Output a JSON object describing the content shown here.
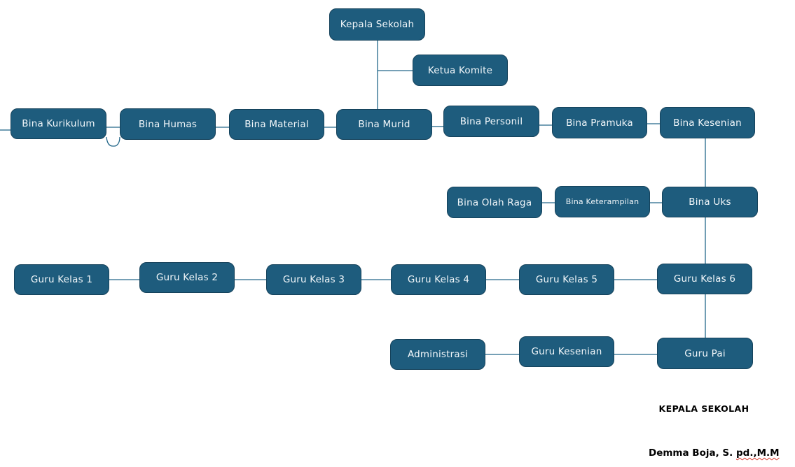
{
  "diagram": {
    "type": "org-chart",
    "footer": {
      "role_title": "KEPALA SEKOLAH",
      "signature_prefix": "Demma Boja, S. ",
      "signature_flagged": "pd.,M.M"
    }
  },
  "nodes": {
    "kepala_sekolah": {
      "label": "Kepala Sekolah"
    },
    "ketua_komite": {
      "label": "Ketua Komite"
    },
    "bina_kurikulum": {
      "label": "Bina Kurikulum"
    },
    "bina_humas": {
      "label": "Bina Humas"
    },
    "bina_material": {
      "label": "Bina Material"
    },
    "bina_murid": {
      "label": "Bina Murid"
    },
    "bina_personil": {
      "label": "Bina Personil"
    },
    "bina_pramuka": {
      "label": "Bina Pramuka"
    },
    "bina_kesenian": {
      "label": "Bina Kesenian"
    },
    "bina_olah_raga": {
      "label": "Bina Olah Raga"
    },
    "bina_keterampilan": {
      "label": "Bina Keterampilan"
    },
    "bina_uks": {
      "label": "Bina Uks"
    },
    "guru_kelas_1": {
      "label": "Guru Kelas 1"
    },
    "guru_kelas_2": {
      "label": "Guru Kelas 2"
    },
    "guru_kelas_3": {
      "label": "Guru Kelas 3"
    },
    "guru_kelas_4": {
      "label": "Guru Kelas 4"
    },
    "guru_kelas_5": {
      "label": "Guru Kelas 5"
    },
    "guru_kelas_6": {
      "label": "Guru Kelas 6"
    },
    "administrasi": {
      "label": "Administrasi"
    },
    "guru_kesenian": {
      "label": "Guru Kesenian"
    },
    "guru_pai": {
      "label": "Guru Pai"
    }
  },
  "edges": [
    [
      "kepala_sekolah",
      "bina_murid"
    ],
    [
      "kepala_sekolah",
      "ketua_komite"
    ],
    [
      "bina_kurikulum",
      "bina_humas"
    ],
    [
      "bina_humas",
      "bina_material"
    ],
    [
      "bina_material",
      "bina_murid"
    ],
    [
      "bina_murid",
      "bina_personil"
    ],
    [
      "bina_personil",
      "bina_pramuka"
    ],
    [
      "bina_pramuka",
      "bina_kesenian"
    ],
    [
      "bina_kesenian",
      "bina_uks"
    ],
    [
      "bina_olah_raga",
      "bina_keterampilan"
    ],
    [
      "bina_keterampilan",
      "bina_uks"
    ],
    [
      "bina_uks",
      "guru_kelas_6"
    ],
    [
      "guru_kelas_1",
      "guru_kelas_2"
    ],
    [
      "guru_kelas_2",
      "guru_kelas_3"
    ],
    [
      "guru_kelas_3",
      "guru_kelas_4"
    ],
    [
      "guru_kelas_4",
      "guru_kelas_5"
    ],
    [
      "guru_kelas_5",
      "guru_kelas_6"
    ],
    [
      "guru_kelas_6",
      "guru_pai"
    ],
    [
      "administrasi",
      "guru_kesenian"
    ],
    [
      "guru_kesenian",
      "guru_pai"
    ]
  ],
  "colors": {
    "node_fill": "#1E5C7D",
    "node_border": "#15425B",
    "node_text": "#F2F7FA",
    "connector": "#24688A",
    "caption_text": "#000000",
    "spellcheck_underline": "#D83A2E"
  }
}
